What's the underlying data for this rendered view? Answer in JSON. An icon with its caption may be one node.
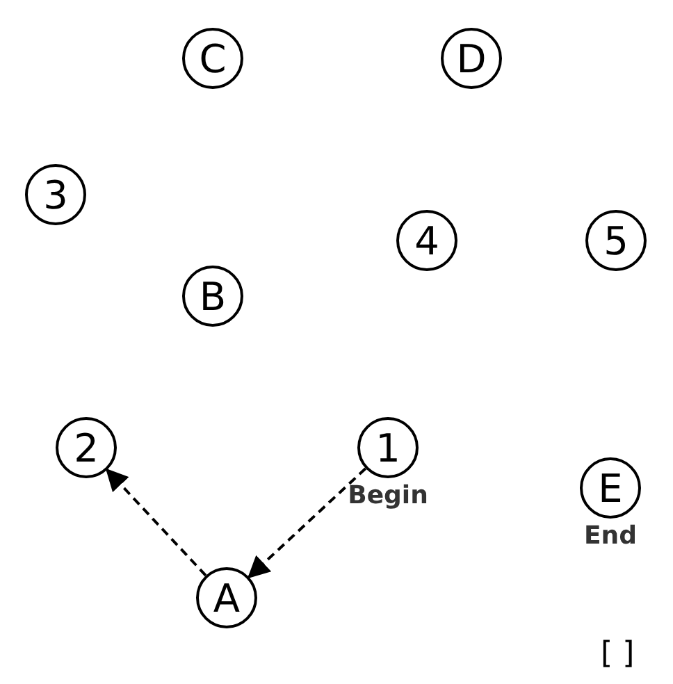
{
  "diagram": {
    "nodes": [
      {
        "text": [
          "C"
        ]
      },
      {
        "text": [
          "D"
        ]
      },
      {
        "text": [
          "3"
        ]
      },
      {
        "text": [
          "4"
        ]
      },
      {
        "text": [
          "5"
        ]
      },
      {
        "text": [
          "B"
        ]
      },
      {
        "text": [
          "2"
        ]
      },
      {
        "text": [
          "1"
        ],
        "beside": [
          "Begin"
        ]
      },
      {
        "text": [
          "E"
        ],
        "beside": [
          "End"
        ]
      },
      {
        "text": [
          "A"
        ]
      }
    ],
    "edges": [
      {
        "from": 7,
        "to": 9,
        "arrow": "to",
        "style": "dashed"
      },
      {
        "from": 9,
        "to": 6,
        "arrow": "to",
        "style": "dashed"
      }
    ],
    "labels": [
      "[ ]"
    ]
  }
}
